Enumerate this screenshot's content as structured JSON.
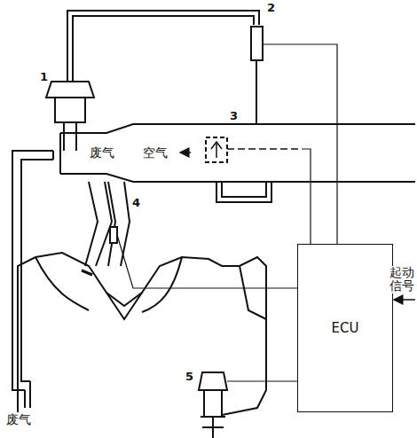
{
  "diagram": {
    "nodes": [
      {
        "text": [
          "ECU"
        ]
      }
    ],
    "labels": [
      "1",
      "2",
      "3",
      "4",
      "5",
      "废气",
      "空气",
      "废气",
      "起动信号"
    ]
  }
}
